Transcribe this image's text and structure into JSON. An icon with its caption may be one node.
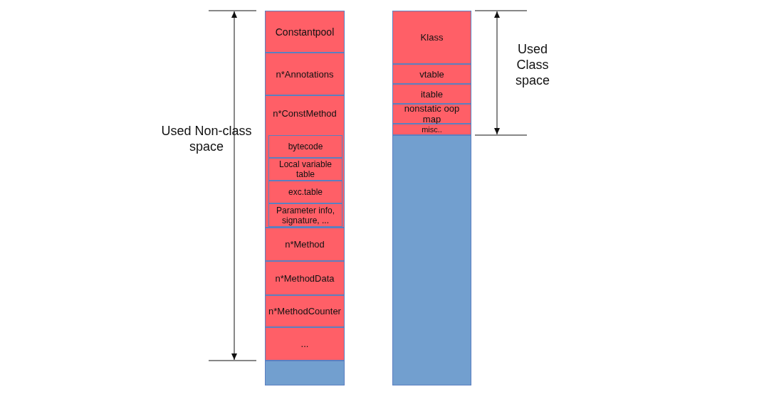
{
  "diagram": {
    "nodes": [
      {
        "text": [],
        "shape": "bar"
      },
      {
        "text": [
          "Constantpool"
        ],
        "in": 0
      },
      {
        "text": [
          "n*Annotations"
        ],
        "in": 0
      },
      {
        "text": [
          "n*ConstMethod"
        ],
        "in": 0
      },
      {
        "text": [
          "bytecode"
        ],
        "in": 3
      },
      {
        "text": [
          "Local variable table"
        ],
        "in": 3
      },
      {
        "text": [
          "exc.table"
        ],
        "in": 3
      },
      {
        "text": [
          "Parameter info, signature, ..."
        ],
        "in": 3
      },
      {
        "text": [
          "n*Method"
        ],
        "in": 0
      },
      {
        "text": [
          "n*MethodData"
        ],
        "in": 0
      },
      {
        "text": [
          "n*MethodCounter"
        ],
        "in": 0
      },
      {
        "text": [
          "..."
        ],
        "in": 0
      },
      {
        "text": [],
        "shape": "box",
        "in": 0
      },
      {
        "text": [],
        "shape": "bar"
      },
      {
        "text": [
          "Klass"
        ],
        "in": 13
      },
      {
        "text": [
          "vtable"
        ],
        "in": 13
      },
      {
        "text": [
          "itable"
        ],
        "in": 13
      },
      {
        "text": [
          "nonstatic oop map"
        ],
        "in": 13
      },
      {
        "text": [
          "misc.."
        ],
        "in": 13
      },
      {
        "text": [],
        "shape": "box",
        "in": 13
      }
    ],
    "labels": [
      "Used Non-class space",
      "Used Class space"
    ]
  }
}
